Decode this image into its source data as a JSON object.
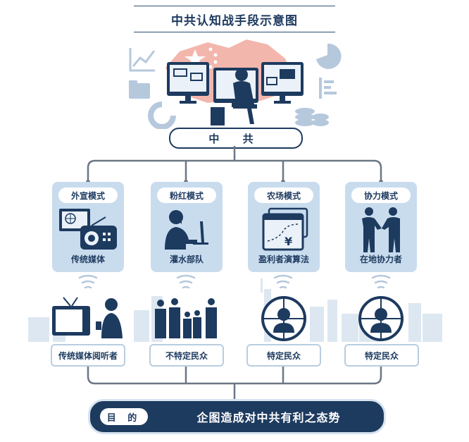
{
  "title": "中共认知战手段示意图",
  "center_label": "中 共",
  "modes": [
    {
      "label": "外宣模式",
      "footer": "传统媒体",
      "icon": "radio-tv-icon"
    },
    {
      "label": "粉红模式",
      "footer": "灌水部队",
      "icon": "typist-icon"
    },
    {
      "label": "农场模式",
      "footer": "盈利者演算法",
      "icon": "algorithm-window-icon"
    },
    {
      "label": "协力模式",
      "footer": "在地协力者",
      "icon": "handshake-icon"
    }
  ],
  "audiences": [
    "传统媒体阅听者",
    "不特定民众",
    "特定民众",
    "特定民众"
  ],
  "goal": {
    "label": "目 的",
    "text": "企图造成对中共有利之态势"
  },
  "colors": {
    "navy": "#1d3a5f",
    "light_blue": "#c9dcee",
    "pale_blue": "#d6e3f0",
    "red": "#e05a4b"
  }
}
